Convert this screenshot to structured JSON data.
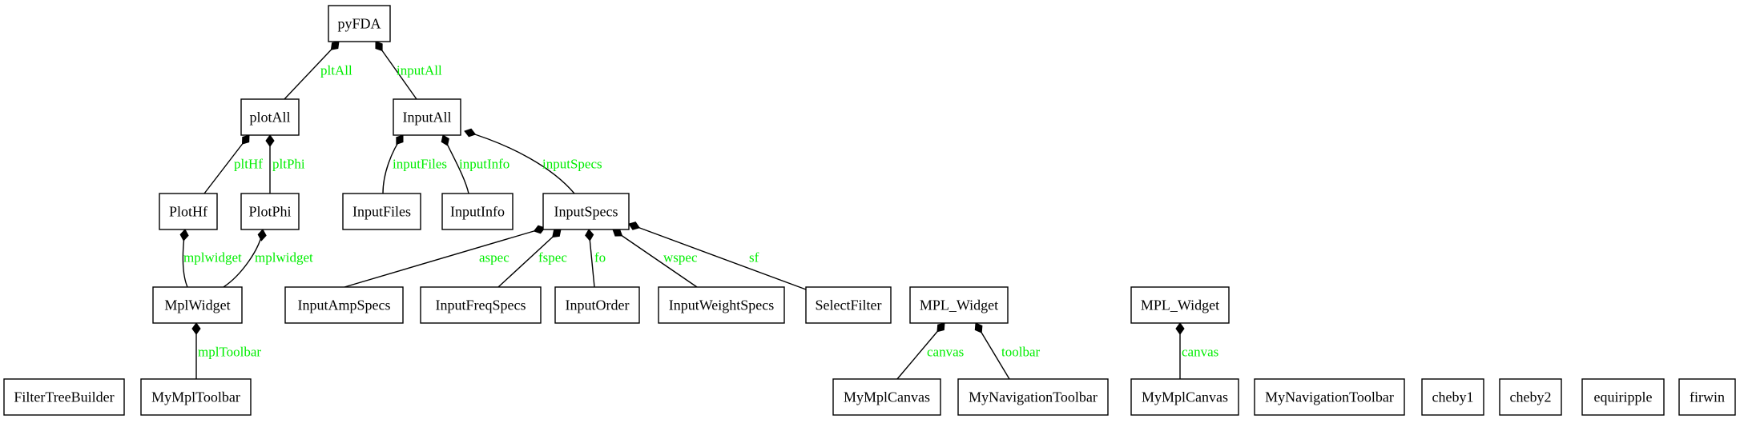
{
  "colors": {
    "edge_label": "#00ee00",
    "node_border": "#000000",
    "background": "#ffffff"
  },
  "nodes": {
    "pyFDA": "pyFDA",
    "plotAll": "plotAll",
    "InputAll": "InputAll",
    "PlotHf": "PlotHf",
    "PlotPhi": "PlotPhi",
    "InputFiles": "InputFiles",
    "InputInfo": "InputInfo",
    "InputSpecs": "InputSpecs",
    "MplWidget": "MplWidget",
    "InputAmpSpecs": "InputAmpSpecs",
    "InputFreqSpecs": "InputFreqSpecs",
    "InputOrder": "InputOrder",
    "InputWeightSpecs": "InputWeightSpecs",
    "SelectFilter": "SelectFilter",
    "MPL_Widget_1": "MPL_Widget",
    "MPL_Widget_2": "MPL_Widget",
    "FilterTreeBuilder": "FilterTreeBuilder",
    "MyMplToolbar": "MyMplToolbar",
    "MyMplCanvas_1": "MyMplCanvas",
    "MyNavigationToolbar_1": "MyNavigationToolbar",
    "MyMplCanvas_2": "MyMplCanvas",
    "MyNavigationToolbar_2": "MyNavigationToolbar",
    "cheby1": "cheby1",
    "cheby2": "cheby2",
    "equiripple": "equiripple",
    "firwin": "firwin"
  },
  "edges": [
    {
      "id": "pltAll",
      "from": "pyFDA",
      "to": "plotAll",
      "label": "pltAll",
      "relation": "composition"
    },
    {
      "id": "inputAll",
      "from": "pyFDA",
      "to": "InputAll",
      "label": "inputAll",
      "relation": "composition"
    },
    {
      "id": "pltHf",
      "from": "plotAll",
      "to": "PlotHf",
      "label": "pltHf",
      "relation": "composition"
    },
    {
      "id": "pltPhi",
      "from": "plotAll",
      "to": "PlotPhi",
      "label": "pltPhi",
      "relation": "composition"
    },
    {
      "id": "inputFiles",
      "from": "InputAll",
      "to": "InputFiles",
      "label": "inputFiles",
      "relation": "composition"
    },
    {
      "id": "inputInfo",
      "from": "InputAll",
      "to": "InputInfo",
      "label": "inputInfo",
      "relation": "composition"
    },
    {
      "id": "inputSpecs",
      "from": "InputAll",
      "to": "InputSpecs",
      "label": "inputSpecs",
      "relation": "composition"
    },
    {
      "id": "mplwidget_hf",
      "from": "PlotHf",
      "to": "MplWidget",
      "label": "mplwidget",
      "relation": "composition"
    },
    {
      "id": "mplwidget_phi",
      "from": "PlotPhi",
      "to": "MplWidget",
      "label": "mplwidget",
      "relation": "composition"
    },
    {
      "id": "aspec",
      "from": "InputSpecs",
      "to": "InputAmpSpecs",
      "label": "aspec",
      "relation": "composition"
    },
    {
      "id": "fspec",
      "from": "InputSpecs",
      "to": "InputFreqSpecs",
      "label": "fspec",
      "relation": "composition"
    },
    {
      "id": "fo",
      "from": "InputSpecs",
      "to": "InputOrder",
      "label": "fo",
      "relation": "composition"
    },
    {
      "id": "wspec",
      "from": "InputSpecs",
      "to": "InputWeightSpecs",
      "label": "wspec",
      "relation": "composition"
    },
    {
      "id": "sf",
      "from": "InputSpecs",
      "to": "SelectFilter",
      "label": "sf",
      "relation": "composition"
    },
    {
      "id": "mplToolbar",
      "from": "MplWidget",
      "to": "MyMplToolbar",
      "label": "mplToolbar",
      "relation": "composition"
    },
    {
      "id": "canvas_1",
      "from": "MPL_Widget_1",
      "to": "MyMplCanvas_1",
      "label": "canvas",
      "relation": "composition"
    },
    {
      "id": "toolbar_1",
      "from": "MPL_Widget_1",
      "to": "MyNavigationToolbar_1",
      "label": "toolbar",
      "relation": "composition"
    },
    {
      "id": "canvas_2",
      "from": "MPL_Widget_2",
      "to": "MyMplCanvas_2",
      "label": "canvas",
      "relation": "composition"
    }
  ]
}
